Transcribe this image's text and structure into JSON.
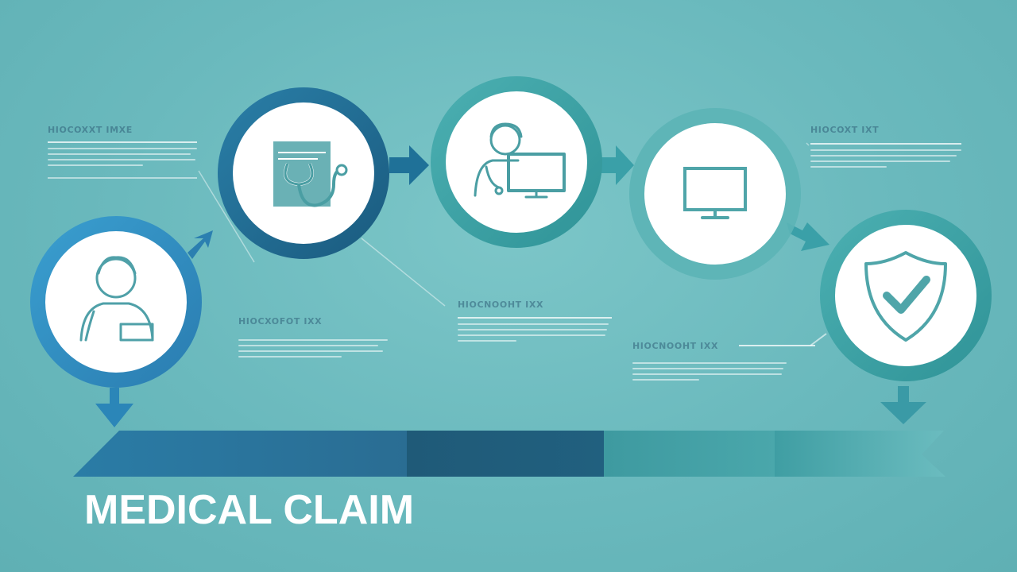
{
  "title": "MEDICAL CLAIM",
  "colors": {
    "background": "#6ab9bd",
    "ring_blue": "#2f8fbf",
    "ring_navy": "#1f6f96",
    "ring_teal": "#3aa5a8",
    "icon_stroke": "#4a9ea3",
    "bar_dark": "#215f80",
    "bar_light": "#4fa8ab"
  },
  "steps": [
    {
      "icon": "patient-icon"
    },
    {
      "icon": "medical-document-stethoscope-icon"
    },
    {
      "icon": "doctor-computer-icon"
    },
    {
      "icon": "monitor-icon"
    },
    {
      "icon": "shield-check-icon"
    }
  ],
  "text_blocks": [
    {
      "heading": "HIOCOXXT IMXE"
    },
    {
      "heading": "HIOCOXT IXT"
    },
    {
      "heading": "HIOCXOFOT IXX"
    },
    {
      "heading": "HIOCNOOHT IXX"
    },
    {
      "heading": "HIOCNOOHT IXX"
    }
  ]
}
